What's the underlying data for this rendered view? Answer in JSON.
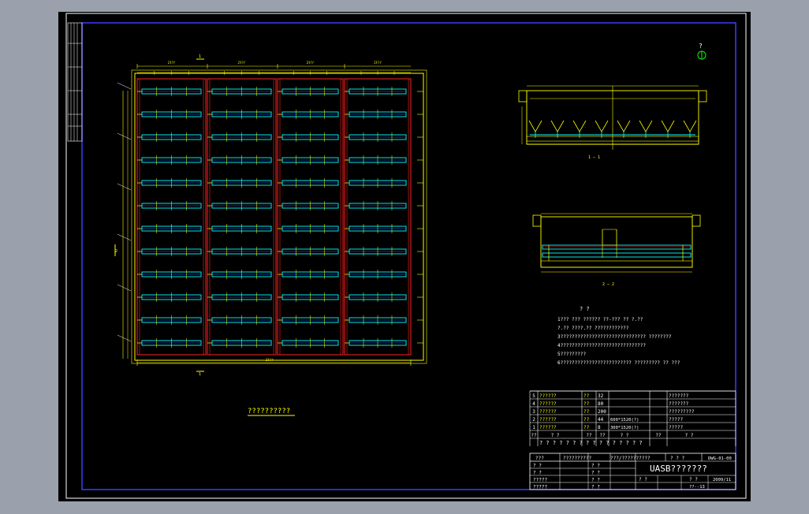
{
  "colors": {
    "background": "#000000",
    "frame": "#4040ff",
    "outline": "#ffff00",
    "wall": "#ff2020",
    "pipe": "#00ffff",
    "text": "#ffffff",
    "marker": "#00ff00"
  },
  "plan": {
    "top_dims": [
      "2ł?ŕ",
      "2ł?ŕ",
      "2ł?ŕ",
      "2ł?ŕ"
    ],
    "section_mark_top": "1",
    "section_mark_bottom": "1",
    "section_mark_left": "2",
    "bottom_dim": "2ł?ŕ",
    "caption": "??????????"
  },
  "detail_marker": {
    "label": "?",
    "symbol": "①"
  },
  "section_1": {
    "caption": "1 — 1"
  },
  "section_2": {
    "caption": "2 — 2"
  },
  "notes": {
    "title": "? ?",
    "lines": [
      "1??? ??? ?????? ??-??? ?? ?.??",
      "?.??      ????.??   ????????????",
      "3??????????????????????????????       ????????",
      "4??????????????????????????????",
      "5?????????",
      "6?????????????????????????       ?????????  ?? ???"
    ]
  },
  "bom": {
    "rows": [
      {
        "no": "5",
        "name": "??????",
        "unit": "??",
        "qty": "32",
        "spec": "",
        "remark": "???????"
      },
      {
        "no": "4",
        "name": "??????",
        "unit": "??",
        "qty": "80",
        "spec": "",
        "remark": "???????"
      },
      {
        "no": "3",
        "name": "??????",
        "unit": "??",
        "qty": "200",
        "spec": "",
        "remark": "?????????"
      },
      {
        "no": "2",
        "name": "??????",
        "unit": "??",
        "qty": "44",
        "spec": "600*1520(?)",
        "remark": "?????"
      },
      {
        "no": "1",
        "name": "??????",
        "unit": "??",
        "qty": "8",
        "spec": "300*1520(?)",
        "remark": "?????"
      }
    ],
    "header": [
      "??",
      "?    ?",
      "??",
      "??",
      "?    ?",
      "??",
      "?    ?"
    ],
    "header_sub": "? ? ? ? ? ? ? ? ? ? ? ? ? ? ? ?"
  },
  "title_block": {
    "r1c1": "???",
    "r1c2": "??????????",
    "r1c3": "???/??????????",
    "r1c4": "? ? ?",
    "r1c5": "DWG-01-00",
    "title": "UASB???????",
    "left_rows": [
      [
        "? ?",
        "? ?"
      ],
      [
        "? ?",
        "? ?"
      ],
      [
        "?????",
        "? ?"
      ],
      [
        "?????",
        "? ?"
      ]
    ],
    "scale_label": "? ?",
    "sheet_label": "? ?",
    "date": "2009/11",
    "sheet_no": "??--13"
  }
}
